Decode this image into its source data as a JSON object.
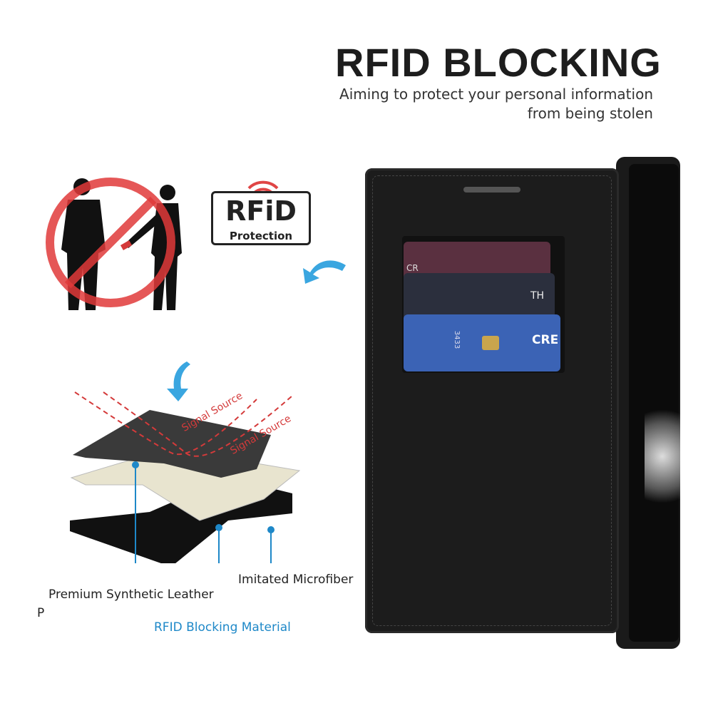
{
  "header": {
    "title": "RFID BLOCKING",
    "subtitle_line1": "Aiming to protect your personal information",
    "subtitle_line2": "from being stolen"
  },
  "badge": {
    "main": "RFiD",
    "sub": "Protection"
  },
  "diagram": {
    "signal_label_1": "Signal Source",
    "signal_label_2": "Signal Source",
    "layer_top": "Premium Synthetic Leather",
    "layer_middle": "RFID Blocking Material",
    "layer_bottom": "Imitated Microfiber",
    "stray_letter": "P"
  },
  "cards": {
    "card1_text": "CR",
    "card2_text": "TH",
    "card3_text": "CRE",
    "card3_number": "3433"
  },
  "colors": {
    "accent_blue": "#1e88c8",
    "signal_red": "#d43a3a",
    "case_black": "#1c1c1c"
  }
}
